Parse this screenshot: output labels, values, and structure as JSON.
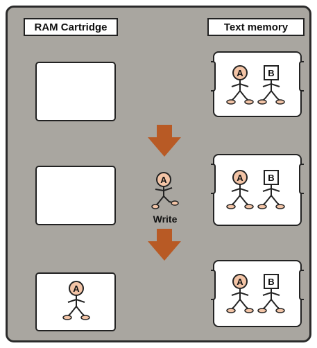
{
  "headers": {
    "cartridge": "RAM Cartridge",
    "memory": "Text memory"
  },
  "action": "Write",
  "figures": {
    "a": "A",
    "b": "B"
  },
  "colors": {
    "panel": "#a9a6a0",
    "arrow": "#b85a25",
    "figure_fill": "#f3c4a6"
  }
}
